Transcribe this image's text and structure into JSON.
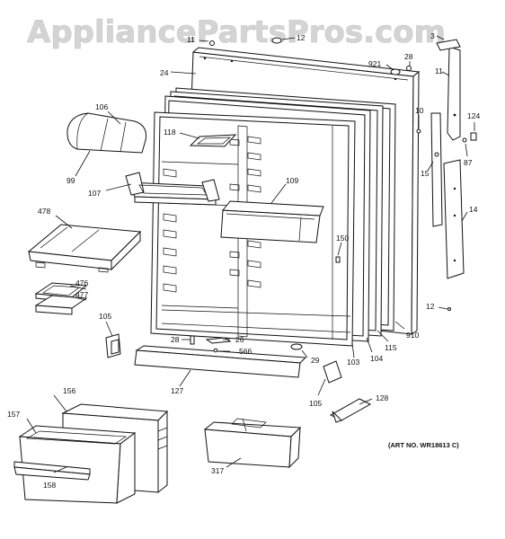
{
  "watermark": "AppliancePartsPros.com",
  "art_number": "(ART NO. WR18613 C)",
  "callouts": {
    "c11_top": "11",
    "c12_top": "12",
    "c3": "3",
    "c28_top": "28",
    "c921": "921",
    "c24": "24",
    "c11_right": "11",
    "c106": "106",
    "c118": "118",
    "c10": "10",
    "c124": "124",
    "c99": "99",
    "c107": "107",
    "c109": "109",
    "c15": "15",
    "c87": "87",
    "c478": "478",
    "c14": "14",
    "c150": "150",
    "c476": "476",
    "c477": "477",
    "c12_right": "12",
    "c105_left": "105",
    "c28_bottom": "28",
    "c26": "26",
    "c566": "566",
    "c910": "910",
    "c115": "115",
    "c29": "29",
    "c103": "103",
    "c104": "104",
    "c127": "127",
    "c105_right": "105",
    "c128": "128",
    "c156": "156",
    "c157": "157",
    "c158": "158",
    "c317": "317"
  }
}
